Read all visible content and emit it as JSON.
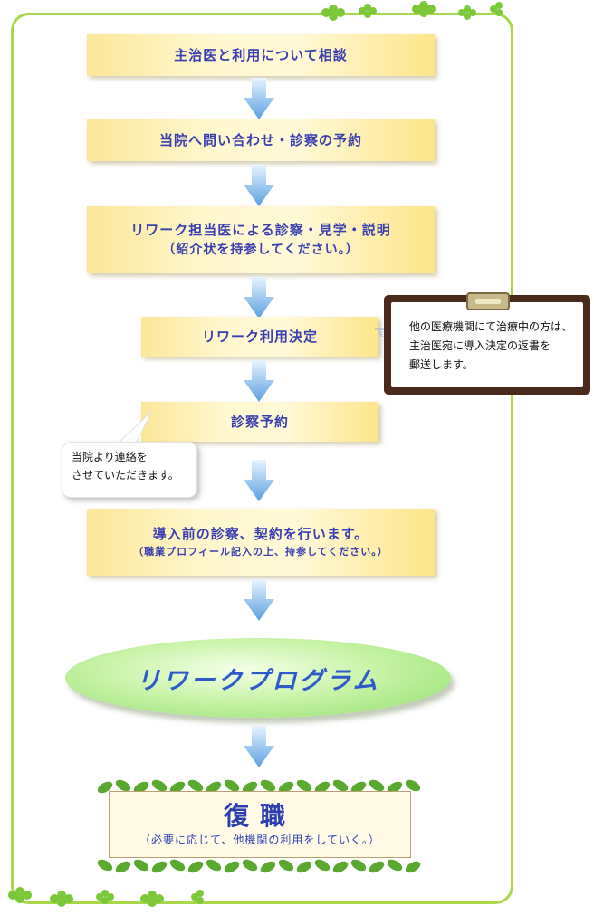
{
  "steps": [
    {
      "main": "主治医と利用について相談"
    },
    {
      "main": "当院へ問い合わせ・診察の予約"
    },
    {
      "main": "リワーク担当医による診察・見学・説明",
      "sub": "（紹介状を持参してください。）"
    },
    {
      "main": "リワーク利用決定"
    },
    {
      "main": "診察予約"
    },
    {
      "main": "導入前の診察、契約を行います。",
      "sub": "（職業プロフィール記入の上、持参してください。）"
    }
  ],
  "notice": {
    "line1": "他の医療機関にて治療中の方は、",
    "line2": "主治医宛に導入決定の返書を",
    "line3": "郵送します。"
  },
  "bubble": {
    "line1": "当院より連絡を",
    "line2": "させていただきます。"
  },
  "program": {
    "label": "リワークプログラム"
  },
  "final": {
    "title": "復職",
    "sub": "（必要に応じて、他機関の利用をしていく。）"
  },
  "colors": {
    "frame": "#a8d84a",
    "text_blue": "#3a3fb0",
    "arrow": "#5a9fe0",
    "box_yellow": "#fbe79a"
  }
}
